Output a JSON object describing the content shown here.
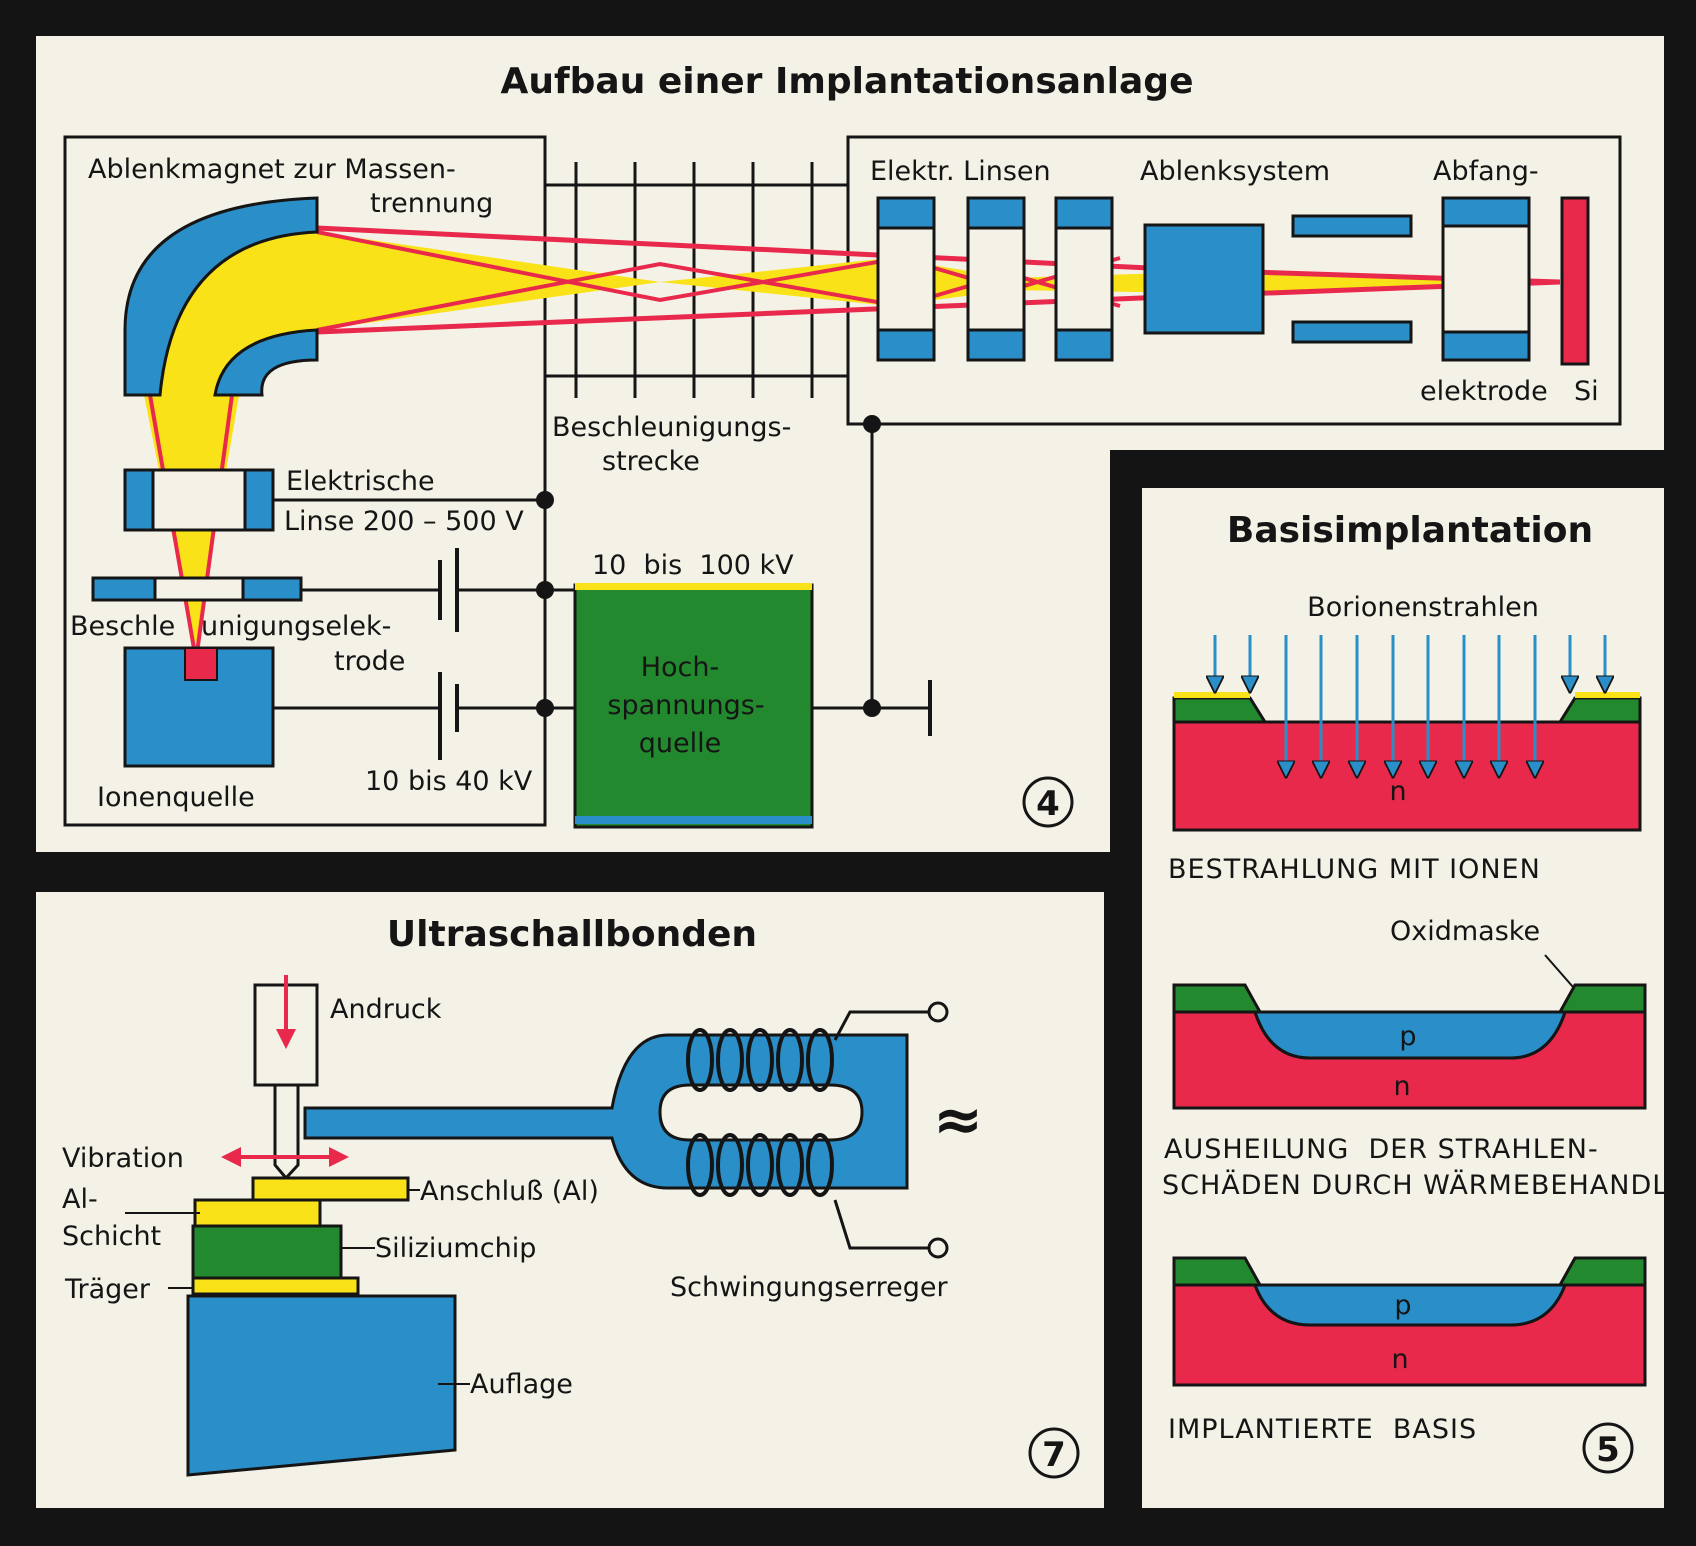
{
  "colors": {
    "frame": "#141414",
    "paper": "#f4f1e6",
    "blue": "#2a8fc9",
    "yellow": "#f9e217",
    "red": "#e8294c",
    "green": "#23892f",
    "line": "#151515"
  },
  "panel4": {
    "title": "Aufbau einer Implantationsanlage",
    "number": "4",
    "ablenkmagnet": [
      "Ablenkmagnet zur Massen-",
      "trennung"
    ],
    "elektr_linsen": "Elektr. Linsen",
    "ablenksystem": "Ablenksystem",
    "abfang": "Abfang-",
    "elektrode": "elektrode",
    "si": "Si",
    "beschleunigungsstrecke": [
      "Beschleunigungs-",
      "strecke"
    ],
    "elektrische_linse": [
      "Elektrische",
      "Linse 200 – 500 V"
    ],
    "beschleunigungselektrode": [
      "Beschle   unigungselek-",
      "trode"
    ],
    "ionenquelle": "Ionenquelle",
    "voltage_low": "10 bis 40 kV",
    "voltage_high": "10  bis  100 kV",
    "hochspannungsquelle": [
      "Hoch-",
      "spannungs-",
      "quelle"
    ]
  },
  "panel5": {
    "title": "Basisimplantation",
    "number": "5",
    "borionenstrahlen": "Borionenstrahlen",
    "caption1": "BESTRAHLUNG MIT IONEN",
    "oxidmaske": "Oxidmaske",
    "caption2": [
      "AUSHEILUNG  DER STRAHLEN-",
      "SCHÄDEN DURCH WÄRMEBEHANDL."
    ],
    "caption3": "IMPLANTIERTE  BASIS",
    "n_label": "n",
    "p_label": "p"
  },
  "panel7": {
    "title": "Ultraschallbonden",
    "number": "7",
    "andruck": "Andruck",
    "vibration": "Vibration",
    "al_schicht": [
      "Al-",
      "Schicht"
    ],
    "anschluss": "Anschluß (Al)",
    "siliziumchip": "Siliziumchip",
    "traeger": "Träger",
    "auflage": "Auflage",
    "schwingungserreger": "Schwingungserreger",
    "ac_symbol": "≈"
  }
}
